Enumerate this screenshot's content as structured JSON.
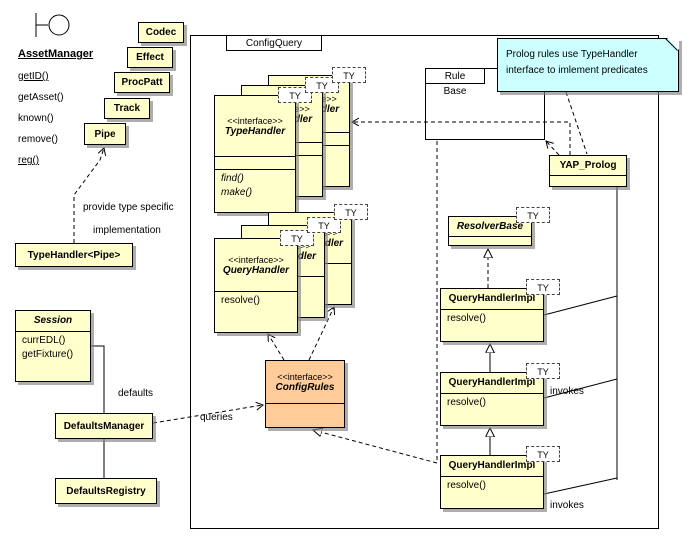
{
  "frames": {
    "config_query": "ConfigQuery",
    "rule_base": "Rule Base"
  },
  "note": {
    "line1": "Prolog rules use TypeHandler",
    "line2": "interface to imlement predicates"
  },
  "asset_manager": {
    "name": "AssetManager",
    "methods": [
      "getID()",
      "getAsset()",
      "known()",
      "remove()",
      "reg()"
    ]
  },
  "stack": {
    "codec": "Codec",
    "effect": "Effect",
    "procpatt": "ProcPatt",
    "track": "Track",
    "pipe": "Pipe"
  },
  "type_handler": {
    "stereotype": "<<interface>>",
    "name": "TypeHandler",
    "method1": "find()",
    "method2": "make()",
    "param": "TY"
  },
  "query_handler": {
    "stereotype": "<<interface>>",
    "name": "QueryHandler",
    "method1": "resolve()",
    "param": "TY"
  },
  "config_rules": {
    "stereotype": "<<interface>>",
    "name": "ConfigRules"
  },
  "yap_prolog": {
    "name": "YAP_Prolog"
  },
  "resolver_base": {
    "name": "ResolverBase",
    "param": "TY"
  },
  "impl": {
    "name": "QueryHandlerImpl",
    "method": "resolve()",
    "param": "TY"
  },
  "type_handler_pipe": {
    "name": "TypeHandler<Pipe>"
  },
  "session": {
    "name": "Session",
    "method1": "currEDL()",
    "method2": "getFixture()"
  },
  "defaults_manager": {
    "name": "DefaultsManager"
  },
  "defaults_registry": {
    "name": "DefaultsRegistry"
  },
  "labels": {
    "provide_line1": "provide type specific",
    "provide_line2": "implementation",
    "defaults": "defaults",
    "queries": "queries",
    "invokes_a": "invokes",
    "invokes_b": "invokes"
  },
  "colors": {
    "class_fill": "#ffffcc",
    "highlight_fill": "#ffcc99",
    "note_fill": "#ccffff"
  }
}
